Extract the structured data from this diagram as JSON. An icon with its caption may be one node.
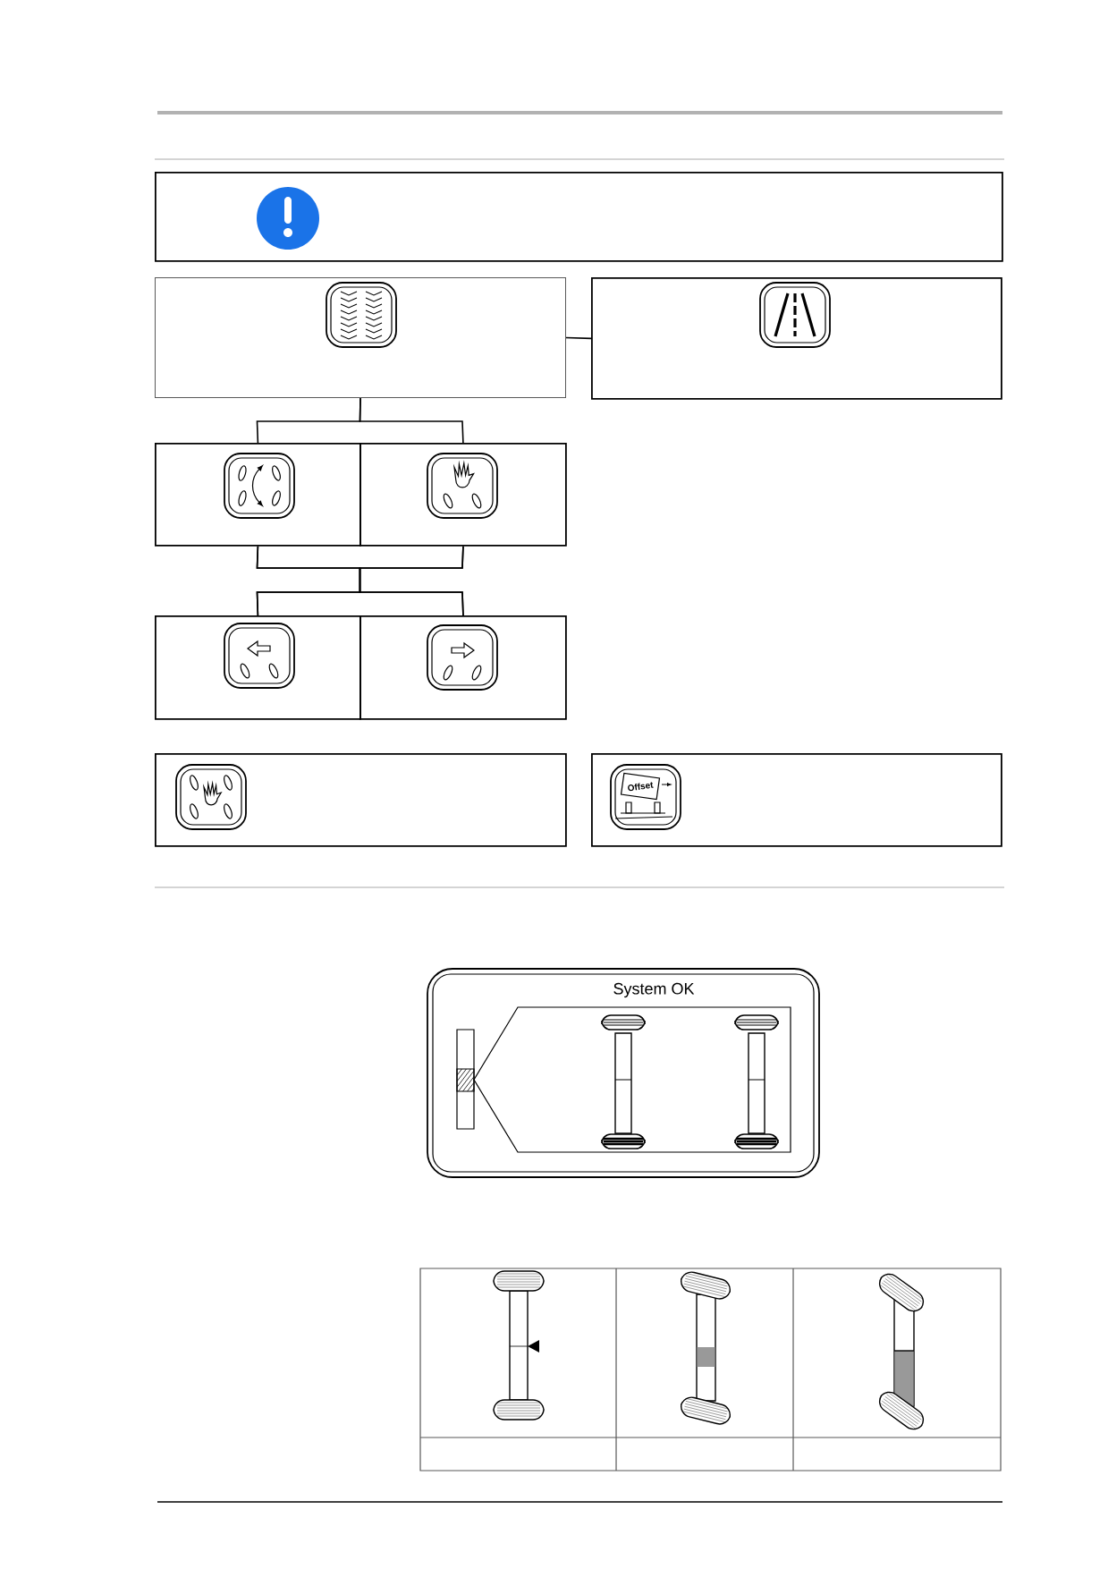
{
  "diagram": {
    "nodes": [
      {
        "text": [],
        "shape": "box"
      },
      {
        "text": [],
        "shape": "box"
      },
      {
        "text": [],
        "shape": "box"
      },
      {
        "text": [],
        "shape": "box"
      },
      {
        "text": [],
        "shape": "box"
      },
      {
        "text": [],
        "shape": "box"
      },
      {
        "text": [],
        "shape": "box"
      },
      {
        "text": [],
        "shape": "box"
      },
      {
        "text": [
          "Offset"
        ]
      }
    ],
    "edges": [
      {
        "from": 1,
        "to": 2,
        "arrow": "none"
      },
      {
        "from": 1,
        "to": 3,
        "arrow": "none"
      },
      {
        "from": 1,
        "to": 4,
        "arrow": "none"
      },
      {
        "from": 3,
        "to": 5,
        "arrow": "none"
      },
      {
        "from": 3,
        "to": 6,
        "arrow": "none"
      },
      {
        "from": 4,
        "to": 5,
        "arrow": "none"
      },
      {
        "from": 4,
        "to": 6,
        "arrow": "none"
      }
    ],
    "labels": [
      "System OK"
    ]
  }
}
